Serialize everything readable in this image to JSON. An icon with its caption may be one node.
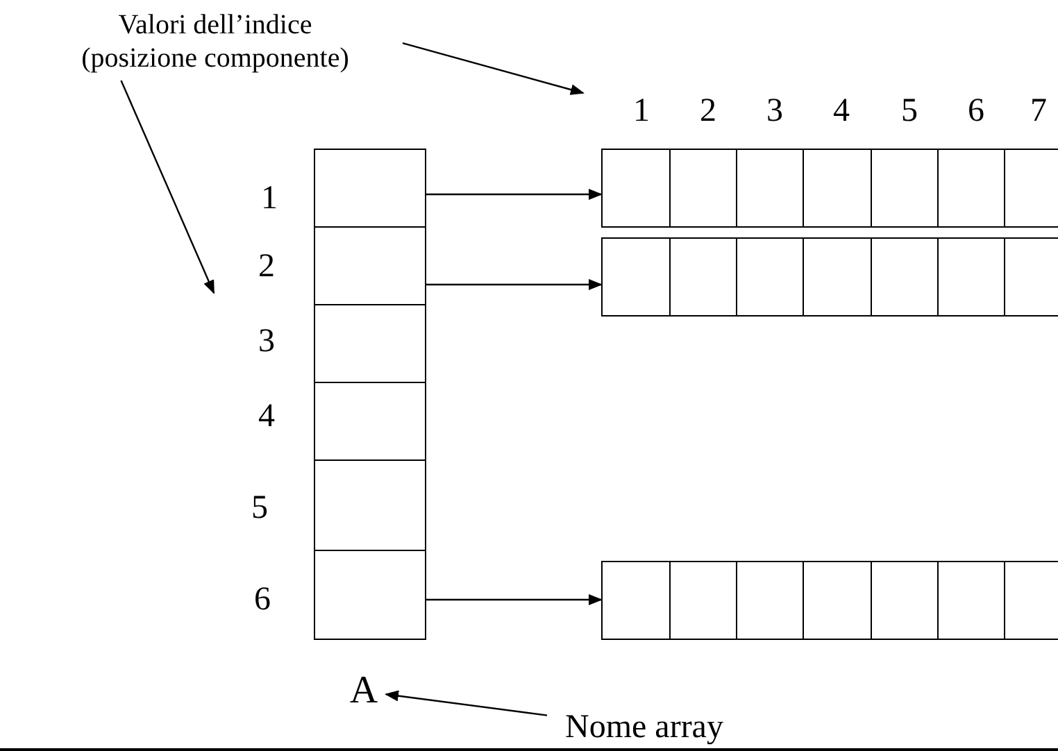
{
  "diagram": {
    "nodes": [
      {
        "text": [
          "Valori dell’indice",
          "(posizione componente)"
        ]
      },
      {
        "text": [
          "A"
        ]
      },
      {
        "text": [
          "Nome array"
        ]
      },
      {
        "text": [],
        "shape": "box"
      },
      {
        "text": [],
        "shape": "box"
      },
      {
        "text": [],
        "shape": "box"
      },
      {
        "text": [],
        "shape": "box"
      },
      {
        "text": [],
        "shape": "box"
      },
      {
        "text": [],
        "shape": "box"
      },
      {
        "text": [],
        "shape": "bar"
      },
      {
        "text": [],
        "shape": "bar"
      },
      {
        "text": [],
        "shape": "bar"
      }
    ],
    "edges": [
      {
        "from": 0,
        "to": null,
        "arrow": "to"
      },
      {
        "from": 0,
        "to": null,
        "arrow": "to"
      },
      {
        "from": 2,
        "to": 1,
        "arrow": "to"
      },
      {
        "from": 3,
        "to": 9,
        "arrow": "to"
      },
      {
        "from": 4,
        "to": 10,
        "arrow": "to"
      },
      {
        "from": 8,
        "to": 11,
        "arrow": "to"
      }
    ],
    "labels": [
      "1",
      "2",
      "3",
      "4",
      "5",
      "6",
      "7",
      "1",
      "2",
      "3",
      "4",
      "5",
      "6"
    ]
  }
}
